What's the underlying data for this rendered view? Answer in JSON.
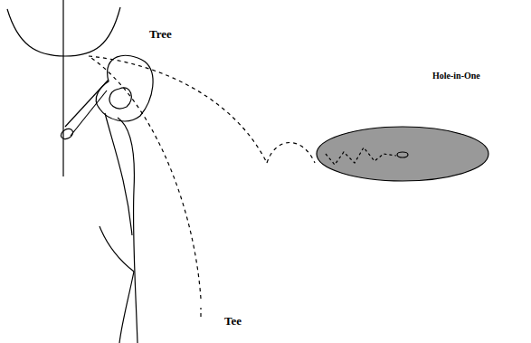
{
  "diagram": {
    "labels": [
      "Tree",
      "Hole-in-One",
      "Tee"
    ]
  }
}
